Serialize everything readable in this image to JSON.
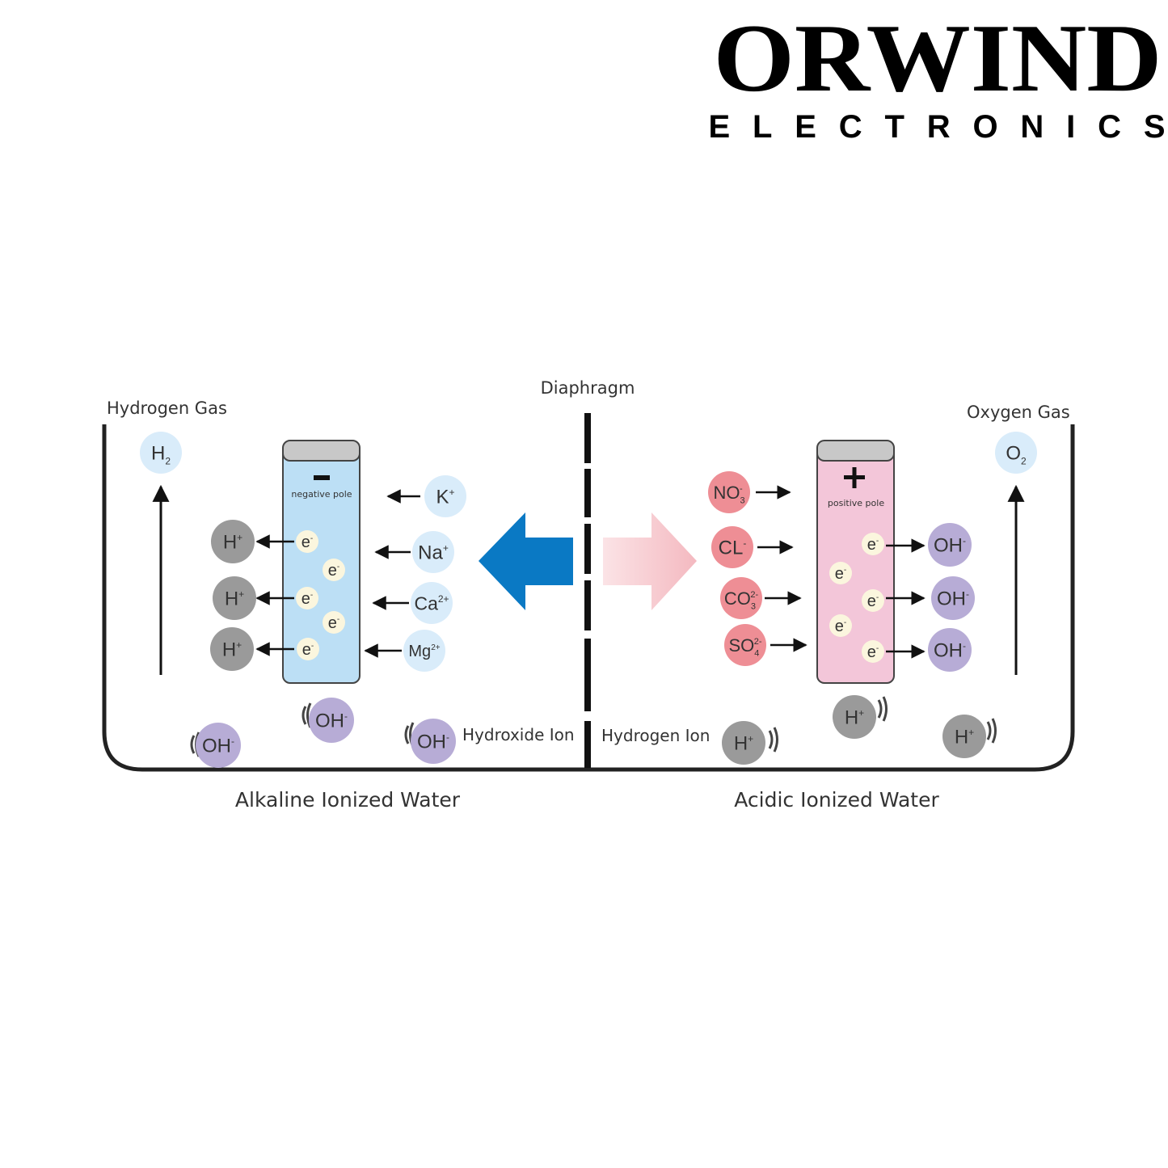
{
  "brand": {
    "name": "ORWIND",
    "subtitle": "ELECTRONICS"
  },
  "labels": {
    "diaphragm": "Diaphragm",
    "hydrogen_gas": "Hydrogen Gas",
    "oxygen_gas": "Oxygen Gas",
    "negative_pole": "negative pole",
    "positive_pole": "positive pole",
    "hydroxide_ion": "Hydroxide Ion",
    "hydrogen_ion": "Hydrogen Ion",
    "alkaline_water": "Alkaline Ionized Water",
    "acidic_water": "Acidic Ionized Water"
  },
  "ions": {
    "h2": {
      "base": "H",
      "sub": "2"
    },
    "o2": {
      "base": "O",
      "sub": "2"
    },
    "k": {
      "base": "K",
      "sup": "+"
    },
    "na": {
      "base": "Na",
      "sup": "+"
    },
    "ca": {
      "base": "Ca",
      "sup": "2+"
    },
    "mg": {
      "base": "Mg",
      "sup": "2+"
    },
    "no3": {
      "base": "NO",
      "sub": "3",
      "sup": "-"
    },
    "cl": {
      "base": "CL",
      "sup": "-"
    },
    "co3": {
      "base": "CO",
      "sub": "3",
      "sup": "2-"
    },
    "so4": {
      "base": "SO",
      "sub": "4",
      "sup": "2-"
    },
    "h_plus": {
      "base": "H",
      "sup": "+"
    },
    "oh_minus": {
      "base": "OH",
      "sup": "-"
    },
    "electron": {
      "base": "e",
      "sup": "-"
    }
  },
  "colors": {
    "cathode_fill": "#bcdff5",
    "anode_fill": "#f3c6d9",
    "cap_fill": "#c8c8c8",
    "blue_arrow": "#0a79c4",
    "pink_arrow": "#f6c7cc",
    "h_ion": "#9a9a9a",
    "oh_ion": "#b7acd6",
    "cation": "#d9ecfa",
    "anion": "#ee8e95",
    "electron": "#fbf6de"
  }
}
